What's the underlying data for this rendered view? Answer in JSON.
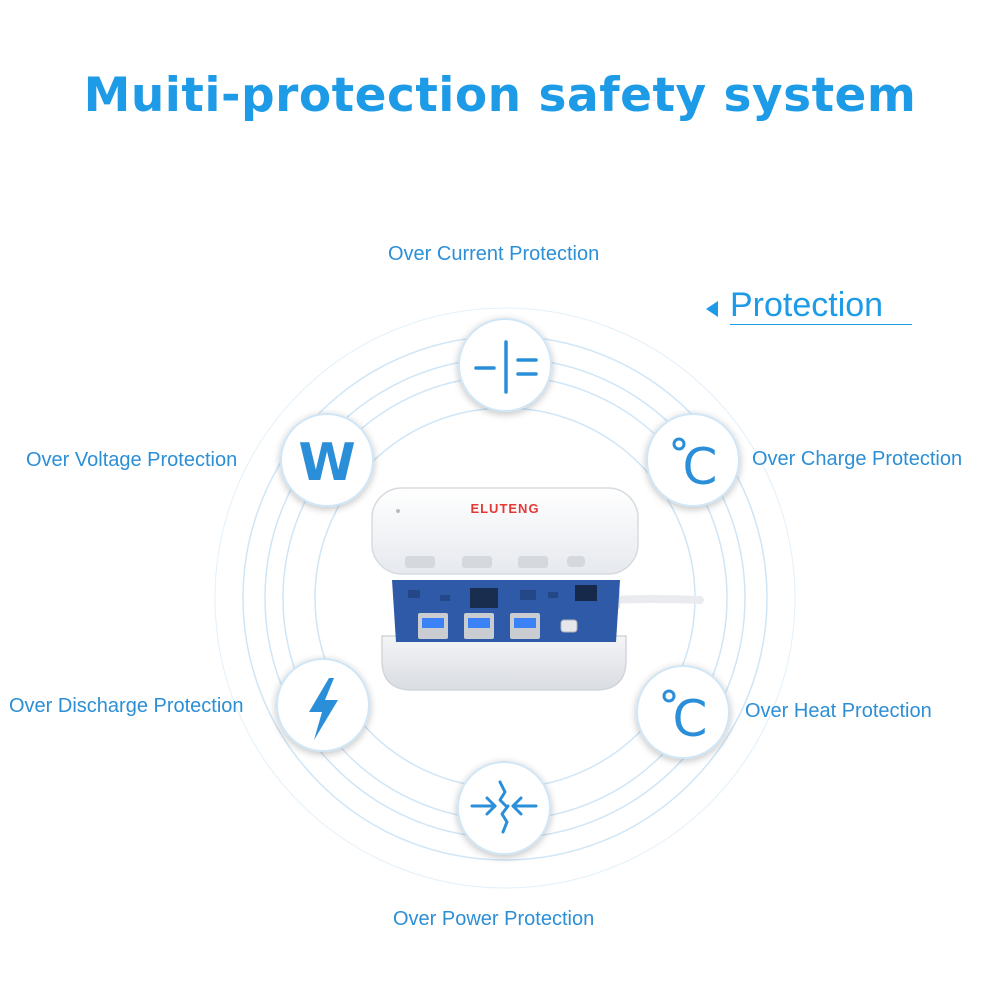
{
  "title": "Muiti-protection safety system",
  "tag": {
    "text": "Protection"
  },
  "features": {
    "over_current": {
      "label": "Over Current Protection",
      "icon": "dc-symbol-icon"
    },
    "over_voltage": {
      "label": "Over Voltage Protection",
      "icon": "watt-w-icon"
    },
    "over_charge": {
      "label": "Over Charge Protection",
      "icon": "celsius-icon"
    },
    "over_discharge": {
      "label": "Over Discharge Protection",
      "icon": "lightning-bolt-icon"
    },
    "over_heat": {
      "label": "Over Heat Protection",
      "icon": "celsius-icon"
    },
    "over_power": {
      "label": "Over Power Protection",
      "icon": "arrows-converge-icon"
    }
  },
  "product": {
    "brand": "ELUTENG"
  },
  "colors": {
    "title": "#1e9be6",
    "label": "#2c8fd6",
    "icon": "#2a8fd8",
    "ring": "#cfe6f7",
    "brand": "#e53935",
    "pcb": "#2f5aa8",
    "usb": "#3b82f6"
  }
}
